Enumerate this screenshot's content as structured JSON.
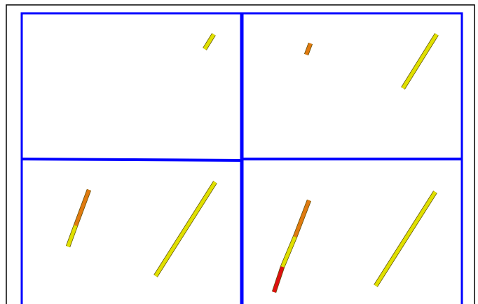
{
  "colors": {
    "background": "#ffffff",
    "outer_border": "#000000",
    "grid_lines": "#0000ff",
    "rod_yellow": "#e0e000",
    "rod_orange": "#e07a10",
    "rod_red": "#dd1010"
  },
  "panels": [
    {
      "id": "top-left",
      "rods": [
        {
          "kind": "long-rod-segment",
          "colors": [
            "rod_yellow"
          ]
        }
      ]
    },
    {
      "id": "top-right",
      "rods": [
        {
          "kind": "short-orange-rod",
          "colors": [
            "rod_orange"
          ]
        },
        {
          "kind": "long-yellow-rod",
          "colors": [
            "rod_yellow"
          ]
        }
      ]
    },
    {
      "id": "bottom-left",
      "rods": [
        {
          "kind": "orange-yellow-rod",
          "colors": [
            "rod_orange",
            "rod_yellow"
          ]
        },
        {
          "kind": "long-yellow-rod",
          "colors": [
            "rod_yellow"
          ]
        }
      ]
    },
    {
      "id": "bottom-right",
      "rods": [
        {
          "kind": "orange-yellow-red-rod",
          "colors": [
            "rod_orange",
            "rod_yellow",
            "rod_red"
          ]
        },
        {
          "kind": "long-yellow-rod",
          "colors": [
            "rod_yellow"
          ]
        }
      ]
    }
  ]
}
